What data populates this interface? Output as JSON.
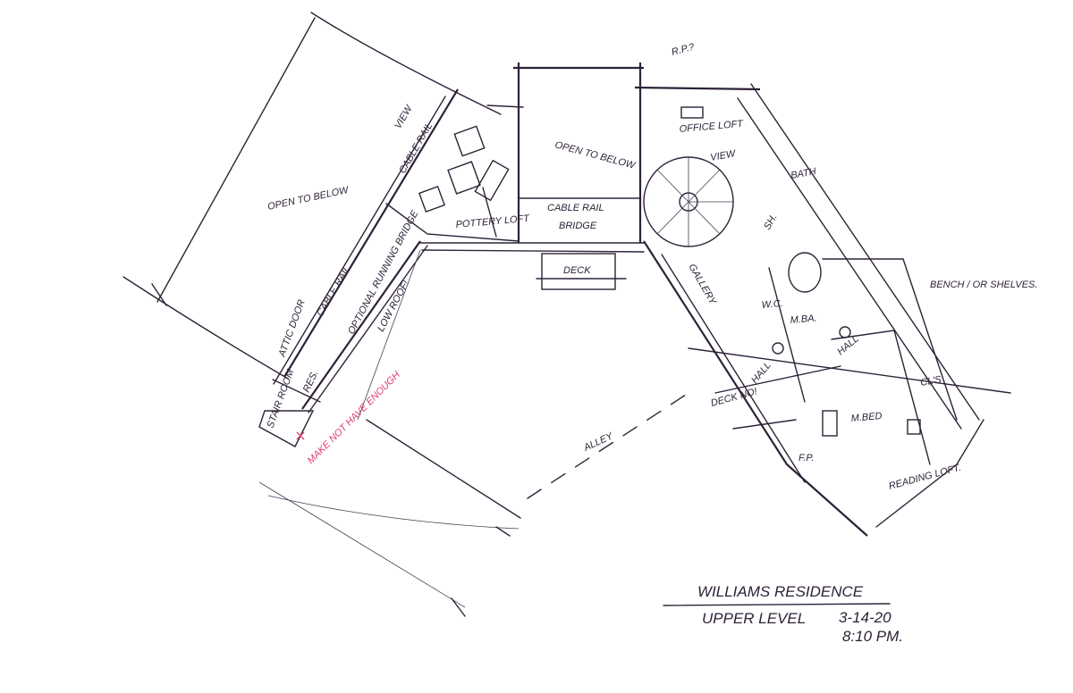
{
  "title_block": {
    "project": "WILLIAMS RESIDENCE",
    "level": "UPPER LEVEL",
    "date": "3-14-20",
    "time": "8:10 PM."
  },
  "labels": {
    "rp": "R.P.?",
    "open_to_below_left": "OPEN TO BELOW",
    "open_to_below_center": "OPEN TO BELOW",
    "view_left": "VIEW",
    "cable_rail_top": "CABLE RAIL",
    "cable_rail_left": "CABLE RAIL",
    "pottery_loft": "POTTERY LOFT",
    "cable_rail_bridge": "CABLE RAIL",
    "bridge": "BRIDGE",
    "deck_center": "DECK",
    "attic_door": "ATTIC DOOR",
    "optional_running_bridge": "OPTIONAL RUNNING BRIDGE",
    "low_roof": "LOW ROOF!",
    "res": "RES.",
    "stair_room": "STAIR ROOM",
    "office_loft": "OFFICE LOFT",
    "view_right": "VIEW",
    "bath": "BATH",
    "gallery": "GALLERY",
    "sh": "SH.",
    "m_ba": "M.BA.",
    "wc": "W.C.",
    "bench": "BENCH / OR SHELVES.",
    "hall_1": "HALL",
    "hall_2": "HALL",
    "deck_no": "DECK NO!",
    "cl": "CL'S",
    "m_bed": "M.BED",
    "fp": "F.P.",
    "alley": "ALLEY",
    "reading_loft": "READING LOFT."
  },
  "annotation_red": "MAKE NOT HAVE ENOUGH",
  "colors": {
    "ink": "#2e2238",
    "red_note": "#e23a74",
    "paper": "#ffffff"
  }
}
